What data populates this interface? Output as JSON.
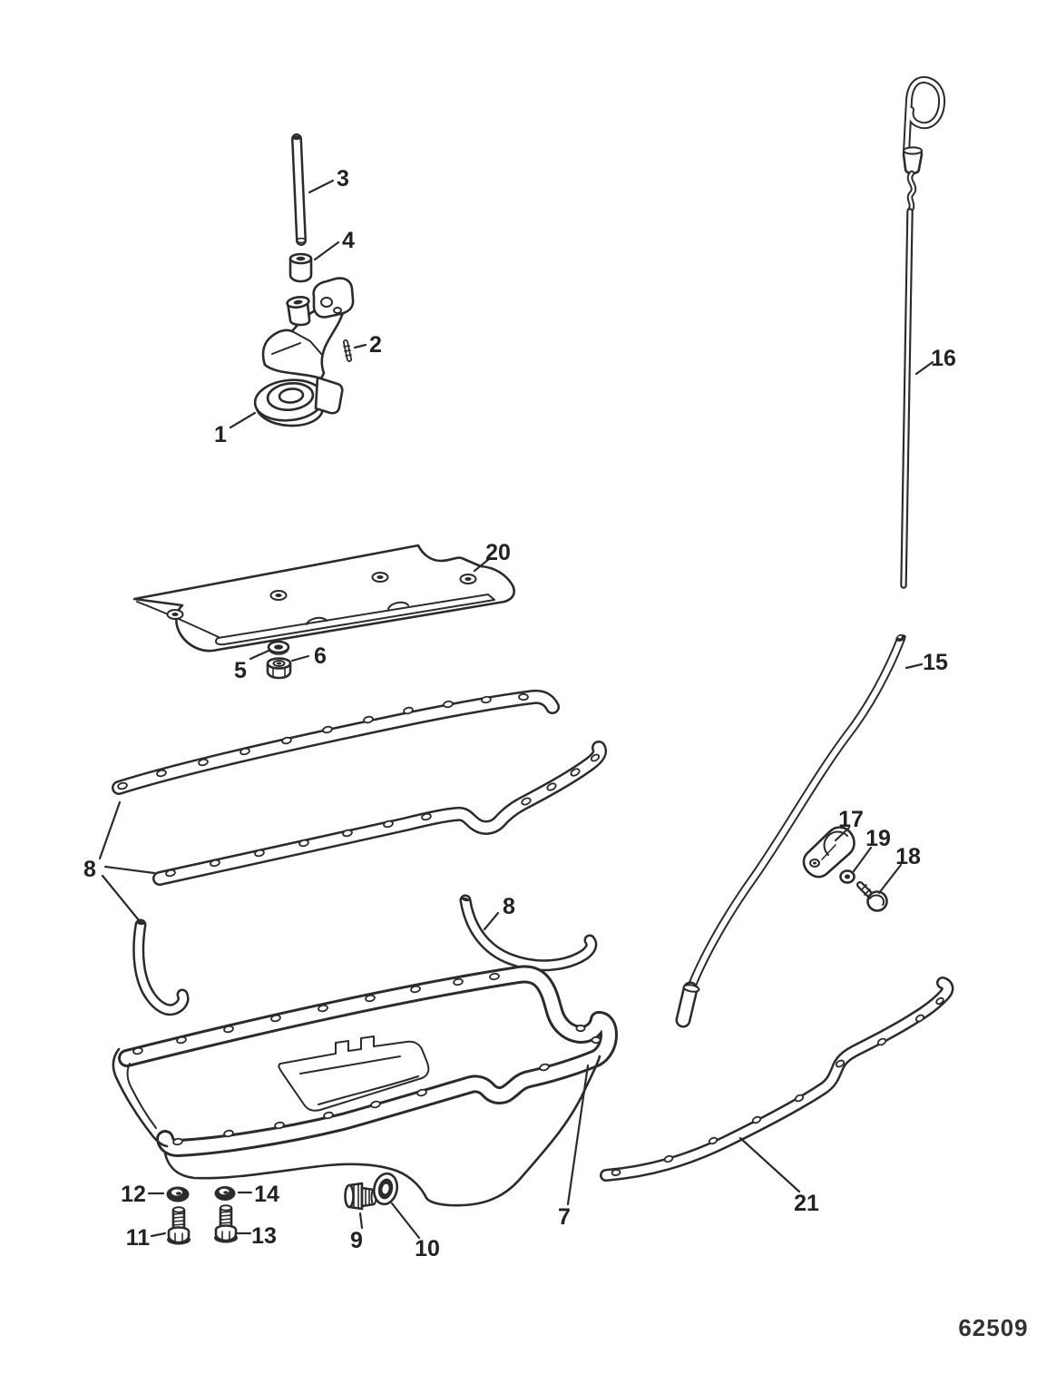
{
  "diagram": {
    "type": "exploded-parts-diagram",
    "background_color": "#ffffff",
    "ink_color": "#2b2b2b",
    "drawing_number": "62509",
    "callouts": [
      {
        "label": "1"
      },
      {
        "label": "2"
      },
      {
        "label": "3"
      },
      {
        "label": "4"
      },
      {
        "label": "5"
      },
      {
        "label": "6"
      },
      {
        "label": "7"
      },
      {
        "label": "8"
      },
      {
        "label": "8"
      },
      {
        "label": "9"
      },
      {
        "label": "10"
      },
      {
        "label": "11"
      },
      {
        "label": "12"
      },
      {
        "label": "13"
      },
      {
        "label": "14"
      },
      {
        "label": "15"
      },
      {
        "label": "16"
      },
      {
        "label": "17"
      },
      {
        "label": "18"
      },
      {
        "label": "19"
      },
      {
        "label": "20"
      },
      {
        "label": "21"
      }
    ]
  }
}
